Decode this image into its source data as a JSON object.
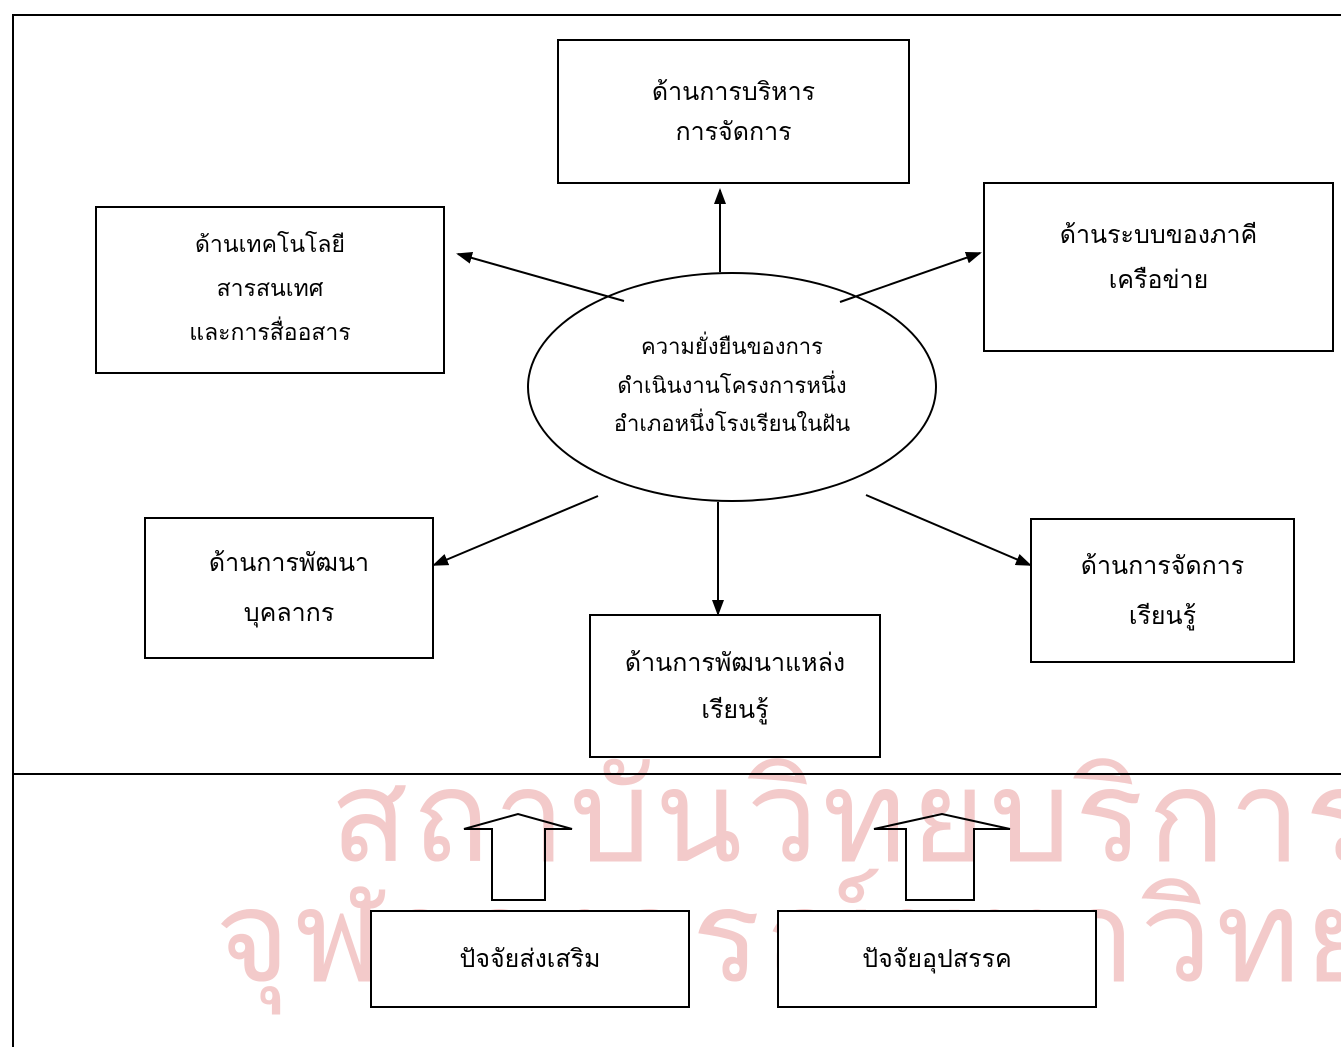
{
  "watermark": {
    "line1": "สถาบันวิทยบริการ",
    "line2": "จุฬาลงกรณ์มหาวิทยาลัย",
    "color": "#f3caca"
  },
  "center": {
    "line1": "ความยั่งยืนของการ",
    "line2": "ดำเนินงานโครงการหนึ่ง",
    "line3": "อำเภอหนึ่งโรงเรียนในฝัน"
  },
  "boxes": {
    "management": {
      "line1": "ด้านการบริหาร",
      "line2": "การจัดการ"
    },
    "ict": {
      "line1": "ด้านเทคโนโลยี",
      "line2": "สารสนเทศ",
      "line3": "และการสื่ออสาร"
    },
    "network": {
      "line1": "ด้านระบบของภาคี",
      "line2": "เครือข่าย"
    },
    "personnel": {
      "line1": "ด้านการพัฒนา",
      "line2": "บุคลากร"
    },
    "learning_sources": {
      "line1": "ด้านการพัฒนาแหล่ง",
      "line2": "เรียนรู้"
    },
    "learning_management": {
      "line1": "ด้านการจัดการ",
      "line2": "เรียนรู้"
    }
  },
  "factors": {
    "supporting": "ปัจจัยส่งเสริม",
    "obstacles": "ปัจจัยอุปสรรค"
  }
}
